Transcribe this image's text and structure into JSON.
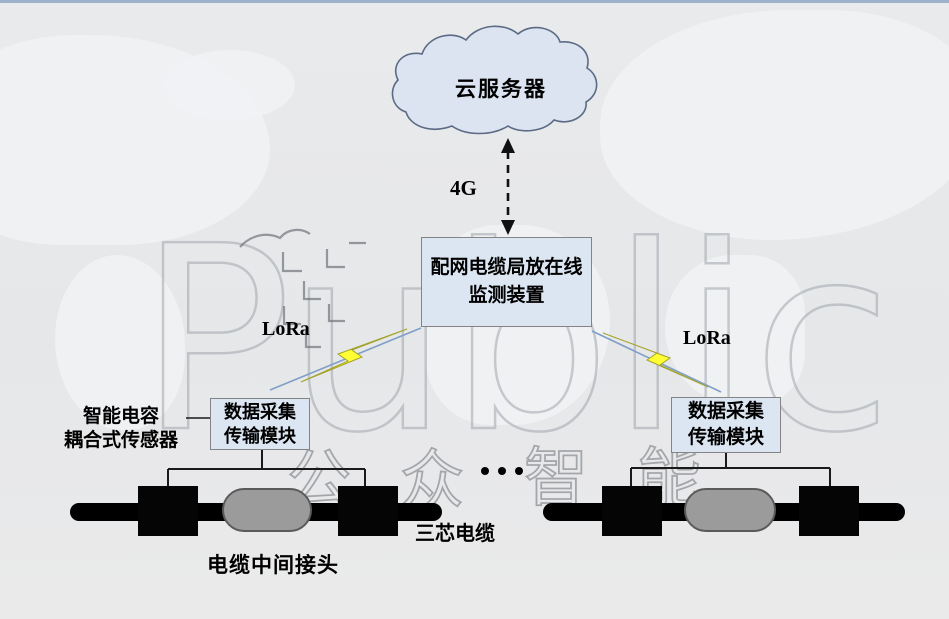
{
  "cloud": {
    "label": "云服务器"
  },
  "links": {
    "wan": "4G",
    "lora_left": "LoRa",
    "lora_right": "LoRa"
  },
  "monitor": {
    "label": "配网电缆局放在线\n监测装置"
  },
  "modules": {
    "left": "数据采集\n传输模块",
    "right": "数据采集\n传输模块"
  },
  "labels": {
    "sensor": "智能电容\n耦合式传感器",
    "cable": "三芯电缆",
    "joint": "电缆中间接头"
  },
  "watermark": {
    "latin": "Public",
    "cjk": [
      "公",
      "众",
      "智",
      "能"
    ]
  },
  "colors": {
    "top_bar": "#9fb2cc",
    "box_fill": "#dce6f2",
    "box_border": "#848484",
    "cloud_fill": "#dbe4f0",
    "cloud_border": "#5c6b85",
    "lightning_fill": "#ffff33",
    "lightning_border": "#a3a329",
    "link_tail": "#7f9fc6",
    "cable": "#000000",
    "joint": "#9b9b9b"
  }
}
